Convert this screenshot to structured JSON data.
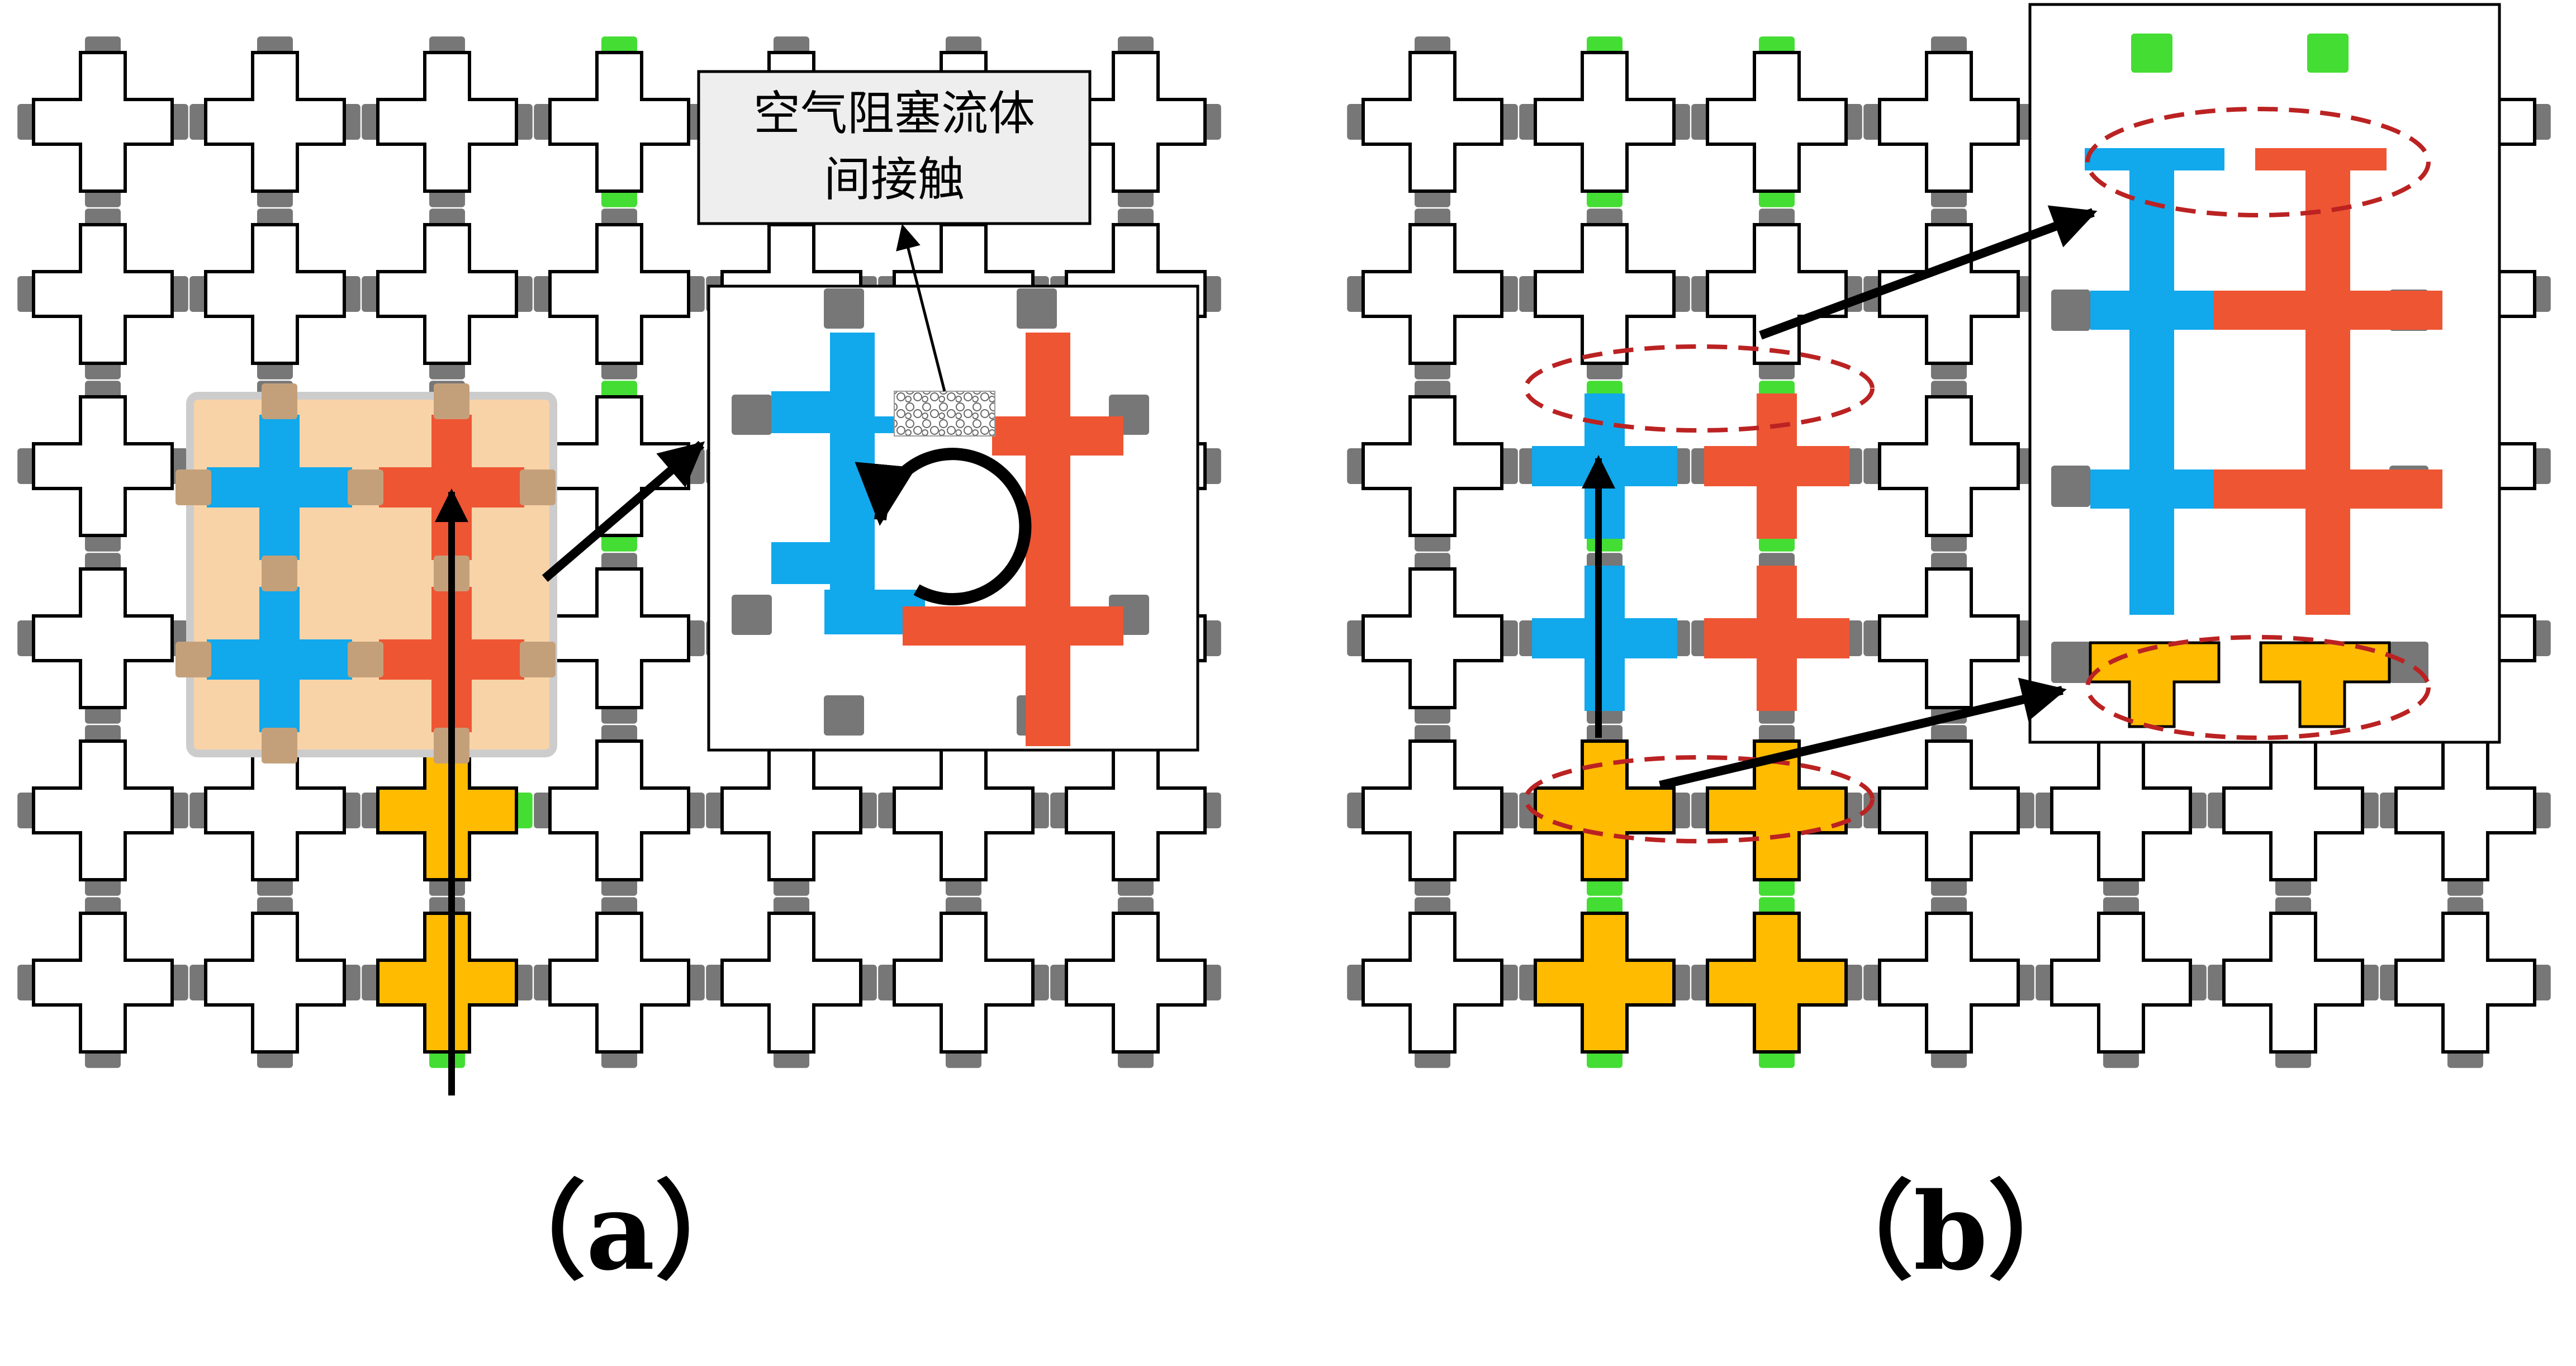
{
  "figure": {
    "callout_lines": [
      "空气阻塞流体",
      "间接触"
    ],
    "label_a": "（a）",
    "label_b": "（b）"
  },
  "colors": {
    "background": "#ffffff",
    "pad_gray": "#777777",
    "pad_green": "#44dd33",
    "fluid_blue": "#11a8ec",
    "fluid_red": "#ee5533",
    "fluid_orange": "#ffbb00",
    "region_highlight": "#f8d3a8",
    "region_border": "#cccccc",
    "overlap_pad": "#c4a07a",
    "arrow": "#000000",
    "dashed_ellipse": "#bb2222",
    "callout_box": "#eeeeee"
  }
}
